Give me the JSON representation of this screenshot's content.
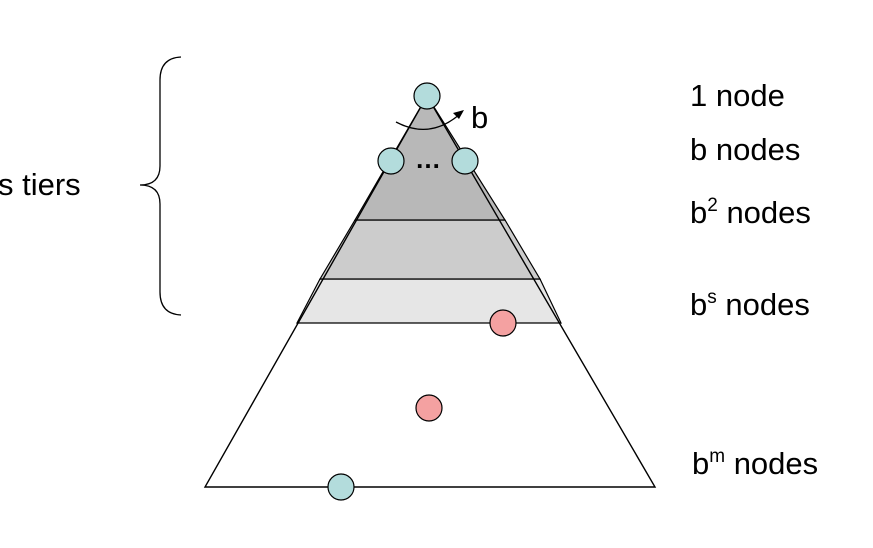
{
  "brace_label": "s tiers",
  "branch_label": "b",
  "ellipsis": "…",
  "tiers": [
    {
      "base": "1",
      "exponent": "",
      "suffix": " node"
    },
    {
      "base": "b",
      "exponent": "",
      "suffix": " nodes"
    },
    {
      "base": "b",
      "exponent": "2",
      "suffix": " nodes"
    },
    {
      "base": "b",
      "exponent": "s",
      "suffix": " nodes"
    },
    {
      "base": "b",
      "exponent": "m",
      "suffix": " nodes"
    }
  ],
  "colors": {
    "tier_dark": "#b8b8b8",
    "tier_medium": "#cccccc",
    "tier_light": "#e6e6e6",
    "explored_node": "#b3dcdc",
    "goal_node": "#f4a1a1",
    "outline": "#000000"
  }
}
